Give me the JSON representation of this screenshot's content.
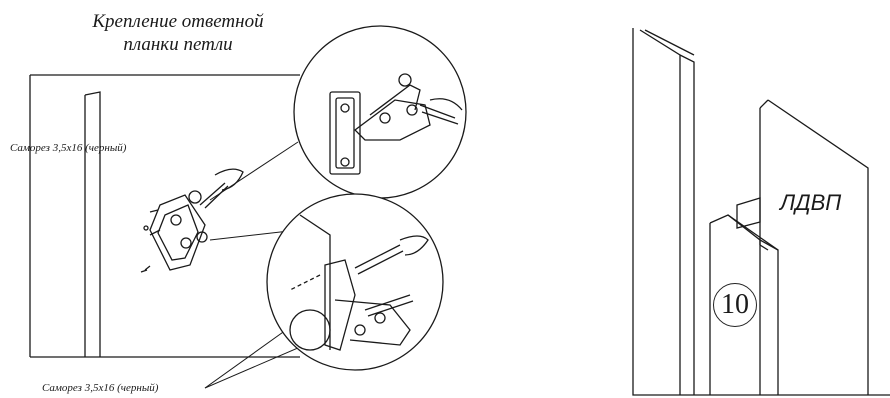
{
  "left_panel": {
    "title_line1": "Крепление ответной",
    "title_line2": "планки петли",
    "screw_label_top": "Саморез 3,5x16 (черный)",
    "screw_label_bottom": "Саморез 3,5x16 (черный)"
  },
  "right_panel": {
    "material_label": "ЛДВП",
    "step_number": "10"
  },
  "colors": {
    "line": "#1a1a1a",
    "background": "#ffffff"
  }
}
